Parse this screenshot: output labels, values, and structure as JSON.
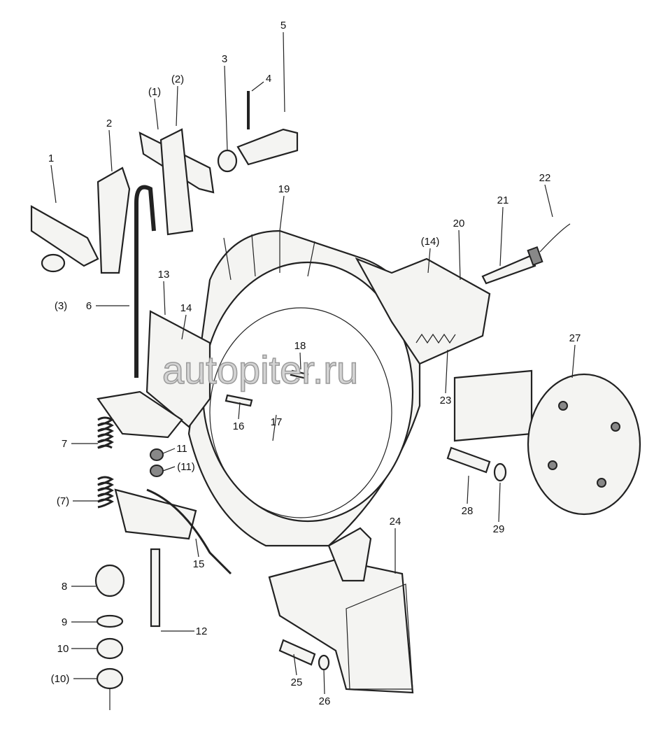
{
  "watermark": "autopiter.ru",
  "labels": {
    "l1": "1",
    "l2": "2",
    "l1b": "(1)",
    "l2b": "(2)",
    "l3": "3",
    "l4": "4",
    "l5": "5",
    "l3b": "(3)",
    "l6": "6",
    "l13": "13",
    "l14": "14",
    "l19": "19",
    "l20": "20",
    "l14b": "(14)",
    "l21": "21",
    "l22": "22",
    "l18": "18",
    "l27": "27",
    "l16": "16",
    "l23": "23",
    "l17": "17",
    "l7": "7",
    "l11": "11",
    "l11b": "(11)",
    "l7b": "(7)",
    "l28": "28",
    "l29": "29",
    "l24": "24",
    "l15": "15",
    "l8": "8",
    "l9": "9",
    "l12": "12",
    "l10": "10",
    "l10b": "(10)",
    "l25": "25",
    "l26": "26"
  }
}
